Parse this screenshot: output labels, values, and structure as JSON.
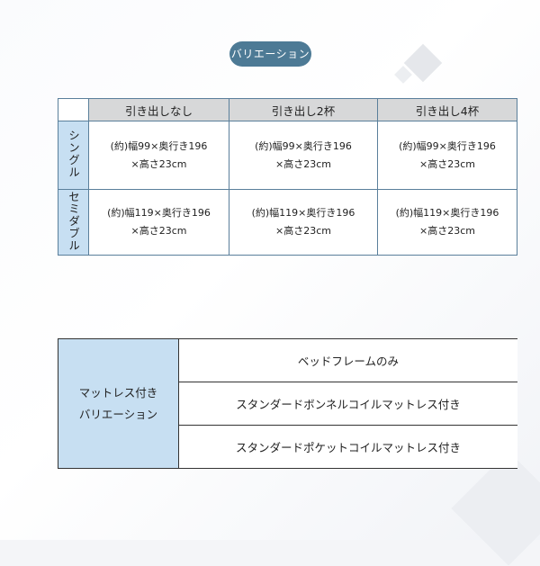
{
  "title": "バリエーション",
  "size_table": {
    "columns": [
      "引き出しなし",
      "引き出し2杯",
      "引き出し4杯"
    ],
    "rows": [
      {
        "label": "シングル",
        "cells": [
          {
            "line1": "(約)幅99×奥行き196",
            "line2": "×高さ23cm"
          },
          {
            "line1": "(約)幅99×奥行き196",
            "line2": "×高さ23cm"
          },
          {
            "line1": "(約)幅99×奥行き196",
            "line2": "×高さ23cm"
          }
        ]
      },
      {
        "label": "セミダブル",
        "cells": [
          {
            "line1": "(約)幅119×奥行き196",
            "line2": "×高さ23cm"
          },
          {
            "line1": "(約)幅119×奥行き196",
            "line2": "×高さ23cm"
          },
          {
            "line1": "(約)幅119×奥行き196",
            "line2": "×高さ23cm"
          }
        ]
      }
    ]
  },
  "mattress_table": {
    "heading_line1": "マットレス付き",
    "heading_line2": "バリエーション",
    "items": [
      "ベッドフレームのみ",
      "スタンダードボンネルコイルマットレス付き",
      "スタンダードポケットコイルマットレス付き"
    ]
  },
  "colors": {
    "pill": "#4d7a95",
    "header_gray": "#d7d8d9",
    "header_blue": "#c7dff2",
    "border": "#5a7f9b"
  }
}
